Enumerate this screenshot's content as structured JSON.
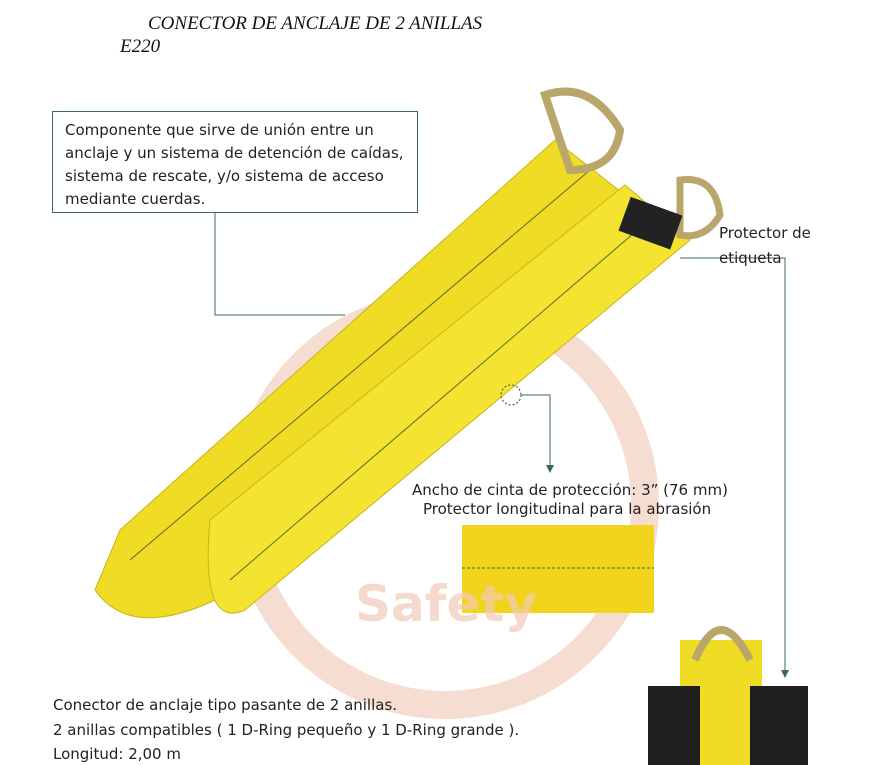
{
  "header": {
    "title": "CONECTOR DE ANCLAJE DE 2 ANILLAS",
    "code": "E220"
  },
  "description_box": {
    "text": "Componente que sirve de unión entre un anclaje y un sistema de detención de caídas, sistema de rescate, y/o sistema de acceso mediante cuerdas."
  },
  "callouts": {
    "label_protector": "Protector de etiqueta",
    "width_line1": "Ancho de cinta de protección: 3” (76 mm)",
    "width_line2": "Protector longitudinal para la abrasión"
  },
  "footer": {
    "line1": "Conector de anclaje tipo pasante de 2 anillas.",
    "line2": "2 anillas compatibles ( 1 D-Ring pequeño y 1 D-Ring grande ).",
    "line3": "Longitud: 2,00 m"
  },
  "watermark": {
    "text": "Safety"
  },
  "colors": {
    "strap": "#f2e02a",
    "callout_line": "#3c6b4a",
    "watermark": "#f3c9b8"
  }
}
